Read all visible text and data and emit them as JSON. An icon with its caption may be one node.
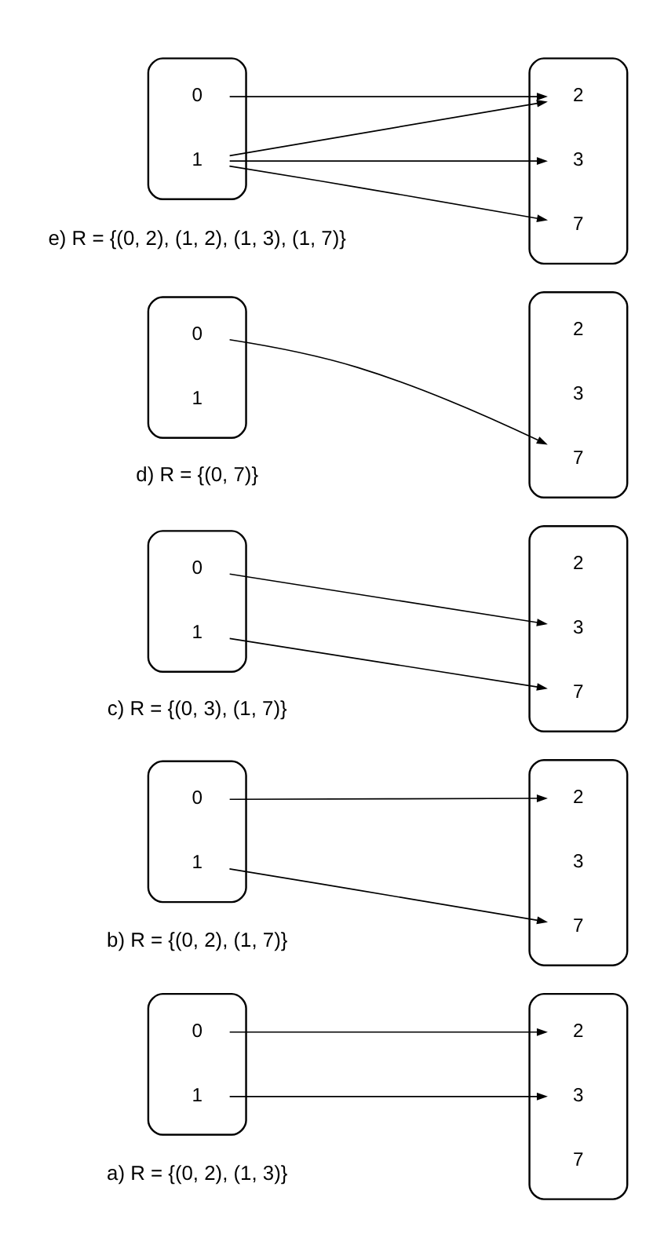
{
  "diagram": {
    "nodes": [
      {
        "text": [],
        "shape": "ellipse"
      },
      {
        "text": [
          "0"
        ],
        "in": 0
      },
      {
        "text": [
          "1"
        ],
        "in": 0
      },
      {
        "text": [],
        "shape": "ellipse"
      },
      {
        "text": [
          "2"
        ],
        "in": 3
      },
      {
        "text": [
          "3"
        ],
        "in": 3
      },
      {
        "text": [
          "7"
        ],
        "in": 3
      },
      {
        "text": [],
        "shape": "ellipse"
      },
      {
        "text": [
          "0"
        ],
        "in": 7
      },
      {
        "text": [
          "1"
        ],
        "in": 7
      },
      {
        "text": [],
        "shape": "ellipse"
      },
      {
        "text": [
          "2"
        ],
        "in": 10
      },
      {
        "text": [
          "3"
        ],
        "in": 10
      },
      {
        "text": [
          "7"
        ],
        "in": 10
      },
      {
        "text": [],
        "shape": "ellipse"
      },
      {
        "text": [
          "0"
        ],
        "in": 14
      },
      {
        "text": [
          "1"
        ],
        "in": 14
      },
      {
        "text": [],
        "shape": "ellipse"
      },
      {
        "text": [
          "2"
        ],
        "in": 17
      },
      {
        "text": [
          "3"
        ],
        "in": 17
      },
      {
        "text": [
          "7"
        ],
        "in": 17
      },
      {
        "text": [],
        "shape": "ellipse"
      },
      {
        "text": [
          "0"
        ],
        "in": 21
      },
      {
        "text": [
          "1"
        ],
        "in": 21
      },
      {
        "text": [],
        "shape": "ellipse"
      },
      {
        "text": [
          "2"
        ],
        "in": 24
      },
      {
        "text": [
          "3"
        ],
        "in": 24
      },
      {
        "text": [
          "7"
        ],
        "in": 24
      },
      {
        "text": [],
        "shape": "ellipse"
      },
      {
        "text": [
          "0"
        ],
        "in": 28
      },
      {
        "text": [
          "1"
        ],
        "in": 28
      },
      {
        "text": [],
        "shape": "ellipse"
      },
      {
        "text": [
          "2"
        ],
        "in": 31
      },
      {
        "text": [
          "3"
        ],
        "in": 31
      },
      {
        "text": [
          "7"
        ],
        "in": 31
      }
    ],
    "edges": [
      {
        "from": 1,
        "to": 4,
        "arrow": "to"
      },
      {
        "from": 2,
        "to": 5,
        "arrow": "to"
      },
      {
        "from": 8,
        "to": 11,
        "arrow": "to"
      },
      {
        "from": 9,
        "to": 13,
        "arrow": "to"
      },
      {
        "from": 15,
        "to": 19,
        "arrow": "to"
      },
      {
        "from": 16,
        "to": 20,
        "arrow": "to"
      },
      {
        "from": 22,
        "to": 27,
        "arrow": "to"
      },
      {
        "from": 29,
        "to": 32,
        "arrow": "to"
      },
      {
        "from": 30,
        "to": 32,
        "arrow": "to"
      },
      {
        "from": 30,
        "to": 33,
        "arrow": "to"
      },
      {
        "from": 30,
        "to": 34,
        "arrow": "to"
      }
    ],
    "labels": [
      "a) R = {(0, 2), (1, 3)}",
      "b) R = {(0, 2), (1, 7)}",
      "c) R = {(0, 3), (1, 7)}",
      "d) R = {(0, 7)}",
      "e) R = {(0, 2), (1, 2), (1, 3), (1, 7)}"
    ]
  }
}
